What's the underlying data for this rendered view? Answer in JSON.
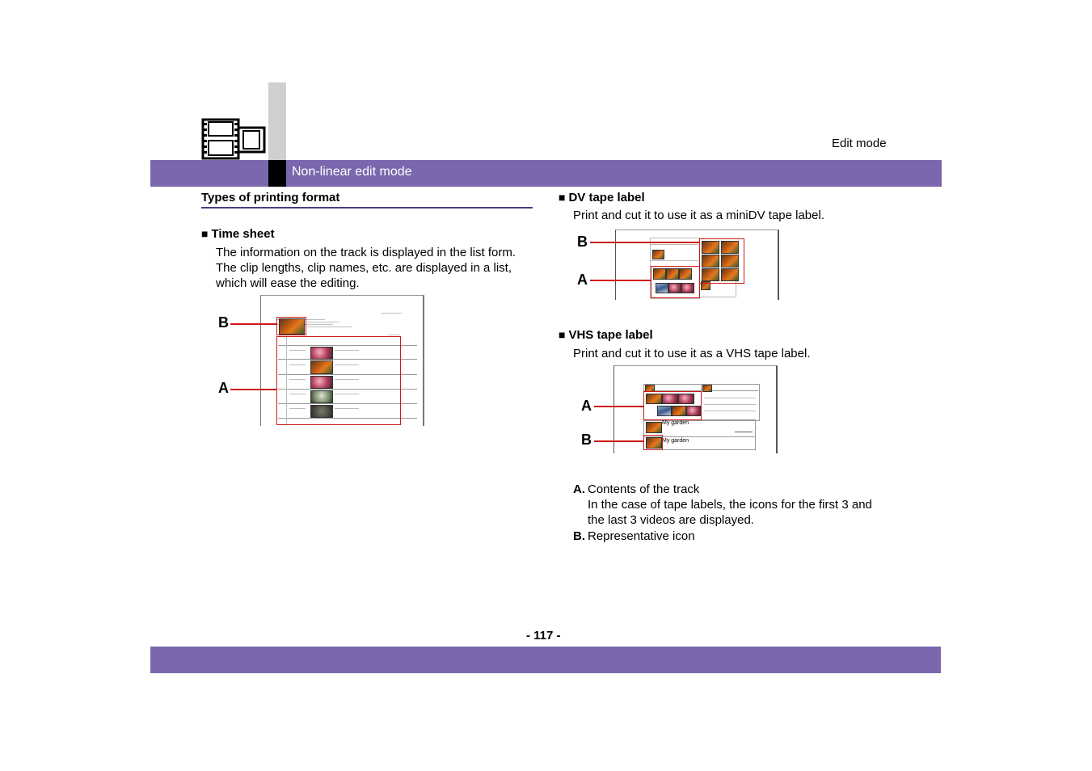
{
  "header": {
    "section_right": "Edit mode",
    "banner_title": "Non-linear edit mode"
  },
  "left": {
    "heading": "Types of printing format",
    "time_sheet": {
      "title": "Time sheet",
      "lines": [
        "The information on the track is displayed in the list form.",
        "The clip lengths, clip names, etc. are displayed in a list,",
        "which will ease the editing."
      ],
      "callout_b": "B",
      "callout_a": "A"
    }
  },
  "right": {
    "dv": {
      "title": "DV tape label",
      "desc": "Print and cut it to use it as a miniDV tape label.",
      "callout_b": "B",
      "callout_a": "A"
    },
    "vhs": {
      "title": "VHS tape label",
      "desc": "Print and cut it to use it as a VHS tape label.",
      "callout_a": "A",
      "callout_b": "B",
      "label_my_garden": "My garden"
    },
    "legend": {
      "a_key": "A.",
      "a_line1": "Contents of the track",
      "a_line2": "In the case of tape labels, the icons for the first 3 and",
      "a_line3": "the last 3 videos are displayed.",
      "b_key": "B.",
      "b_line1": "Representative icon"
    }
  },
  "footer": {
    "page_number": "- 117 -"
  },
  "colors": {
    "band": "#7b67ae",
    "callout_red": "#d01818"
  }
}
